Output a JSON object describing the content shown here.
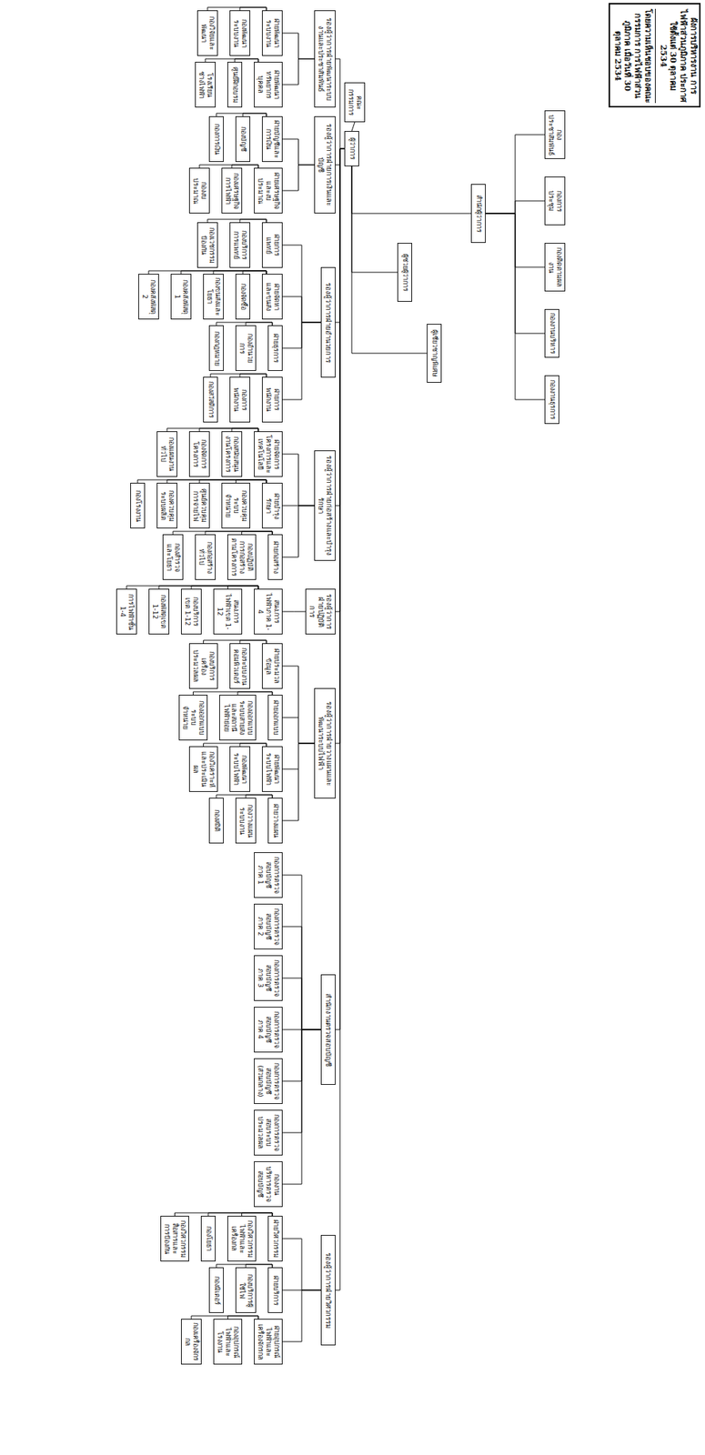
{
  "diagram": {
    "nodes": [
      {
        "text": [
          "ผังการบริหารงาน การไฟฟ้าส่วนภูมิภาค ประกาศใช้ตั้งแต่ 30 ตุลาคม 2534",
          "โดยความเห็นชอบของคณะกรรมการ การไฟฟ้าส่วนภูมิภาค เมื่อวันที่ 30 ตุลาคม 2534"
        ]
      },
      {
        "text": [
          "คณะกรรมการ"
        ]
      },
      {
        "text": [
          "ผู้ว่าการ"
        ]
      },
      {
        "text": [
          "ผู้ช่วยผู้ว่าการ"
        ]
      },
      {
        "text": [
          "ผู้เชี่ยวชาญพิเศษ"
        ]
      },
      {
        "text": [
          "สำนักผู้ว่าการ"
        ]
      },
      {
        "text": [
          "กองประชาสัมพันธ์"
        ]
      },
      {
        "text": [
          "กองการประชุม"
        ]
      },
      {
        "text": [
          "กองติดตามผลงาน"
        ]
      },
      {
        "text": [
          "กองงานบริหาร"
        ]
      },
      {
        "text": [
          "กองงานธุรการ"
        ]
      },
      {
        "text": [
          "รองผู้ว่าการฝ่ายพัฒนาระบบงานและประชาสัมพันธ์"
        ]
      },
      {
        "text": [
          "ฝ่ายพัฒนาระบบงาน"
        ]
      },
      {
        "text": [
          "กองพัฒนาระบบงาน"
        ]
      },
      {
        "text": [
          "กองวิจัยและพัฒนา"
        ]
      },
      {
        "text": [
          "ฝ่ายพัฒนาทรัพยากรบุคคล"
        ]
      },
      {
        "text": [
          "ศูนย์ฝึกอบรม"
        ]
      },
      {
        "text": [
          "โรงเรียนช่างไฟฟ้า"
        ]
      },
      {
        "text": [
          "รองผู้ว่าการฝ่ายการเงินและบัญชี"
        ]
      },
      {
        "text": [
          "ฝ่ายบัญชีและการเงิน"
        ]
      },
      {
        "text": [
          "กองบัญชี"
        ]
      },
      {
        "text": [
          "กองการเงิน"
        ]
      },
      {
        "text": [
          "ฝ่ายเศรษฐกิจและงบประมาณ"
        ]
      },
      {
        "text": [
          "กองเศรษฐกิจการไฟฟ้า"
        ]
      },
      {
        "text": [
          "กองงบประมาณ"
        ]
      },
      {
        "text": [
          "รองผู้ว่าการฝ่ายอำนวยการ"
        ]
      },
      {
        "text": [
          "ฝ่ายการแพทย์"
        ]
      },
      {
        "text": [
          "กองบริการการแพทย์"
        ]
      },
      {
        "text": [
          "กองเวชกรรมป้องกัน"
        ]
      },
      {
        "text": [
          "ฝ่ายจัดหาและขนส่ง"
        ]
      },
      {
        "text": [
          "กองจัดซื้อ"
        ]
      },
      {
        "text": [
          "กองขนส่งและโยธา"
        ]
      },
      {
        "text": [
          "กองคลังพัสดุ 1"
        ]
      },
      {
        "text": [
          "กองคลังพัสดุ 2"
        ]
      },
      {
        "text": [
          "ฝ่ายธุรการ"
        ]
      },
      {
        "text": [
          "กองอำนวยการ"
        ]
      },
      {
        "text": [
          "กองกฎหมาย"
        ]
      },
      {
        "text": [
          "ฝ่ายการพนักงาน"
        ]
      },
      {
        "text": [
          "กองการพนักงาน"
        ]
      },
      {
        "text": [
          "กองสวัสดิการ"
        ]
      },
      {
        "text": [
          "รองผู้ว่าการฝ่ายก่อสร้างและบำรุงรักษา"
        ]
      },
      {
        "text": [
          "ฝ่ายจัดการโครงการและเทคโนโลยี"
        ]
      },
      {
        "text": [
          "กองสนับสนุนงานโครงการ"
        ]
      },
      {
        "text": [
          "กองจัดการโครงการ"
        ]
      },
      {
        "text": [
          "กองแผนงานทั่วไป"
        ]
      },
      {
        "text": [
          "ฝ่ายบำรุงรักษา"
        ]
      },
      {
        "text": [
          "กองควบคุมระบบจำหน่าย"
        ]
      },
      {
        "text": [
          "ศูนย์ควบคุมการจ่ายไฟ"
        ]
      },
      {
        "text": [
          "กองควบคุมระบบผลิต"
        ]
      },
      {
        "text": [
          "กองโรงงาน"
        ]
      },
      {
        "text": [
          "ฝ่ายก่อสร้าง"
        ]
      },
      {
        "text": [
          "กองปฏิบัติการก่อสร้างตามโครงการ"
        ]
      },
      {
        "text": [
          "กองก่อสร้างทั่วไป"
        ]
      },
      {
        "text": [
          "กองสำรวจและโยธา"
        ]
      },
      {
        "text": [
          "รองผู้ว่าการฝ่ายปฏิบัติการ"
        ]
      },
      {
        "text": [
          "สนง.การไฟฟ้าภาค 1-4"
        ]
      },
      {
        "text": [
          "สนง.การไฟฟ้าเขต 1-12"
        ]
      },
      {
        "text": [
          "กองบริการเขต 1-12"
        ]
      },
      {
        "text": [
          "กองพัสดุเขต 1-12"
        ]
      },
      {
        "text": [
          "การไฟฟ้าชั้น 1-4"
        ]
      },
      {
        "text": [
          "รองผู้ว่าการฝ่ายวางแผนและพัฒนาระบบไฟฟ้า"
        ]
      },
      {
        "text": [
          "ฝ่ายประมวลข้อมูล"
        ]
      },
      {
        "text": [
          "กองระบบงานคอมพิวเตอร์"
        ]
      },
      {
        "text": [
          "กองบริการเครื่องประมวลผล"
        ]
      },
      {
        "text": [
          "ฝ่ายออกแบบ"
        ]
      },
      {
        "text": [
          "กองออกแบบระบบสายส่งและสถานีไฟฟ้าย่อย"
        ]
      },
      {
        "text": [
          "กองออกแบบระบบจำหน่าย"
        ]
      },
      {
        "text": [
          "ฝ่ายพัฒนาระบบไฟฟ้า"
        ]
      },
      {
        "text": [
          "กองพัฒนาระบบไฟฟ้า"
        ]
      },
      {
        "text": [
          "กองวิเคราะห์และประเมินผล"
        ]
      },
      {
        "text": [
          "ฝ่ายวางแผน"
        ]
      },
      {
        "text": [
          "กองวางแผนระบบงาน"
        ]
      },
      {
        "text": [
          "กองสถิติ"
        ]
      },
      {
        "text": [
          "สำนักงานตรวจสอบบัญชี"
        ]
      },
      {
        "text": [
          "กองการตรวจสอบบัญชี ภาค 1"
        ]
      },
      {
        "text": [
          "กองการตรวจสอบบัญชี ภาค 2"
        ]
      },
      {
        "text": [
          "กองการตรวจสอบบัญชี ภาค 3"
        ]
      },
      {
        "text": [
          "กองการตรวจสอบบัญชี ภาค 4"
        ]
      },
      {
        "text": [
          "กองการตรวจสอบบัญชี (ส่วนกลาง)"
        ]
      },
      {
        "text": [
          "กองการตรวจสอบระบบประมวลผล"
        ]
      },
      {
        "text": [
          "กองงานบริหารตรวจสอบบัญชี"
        ]
      },
      {
        "text": [
          "รองผู้ว่าการฝ่ายวิศวกรรม"
        ]
      },
      {
        "text": [
          "ฝ่ายวิศวกรรม"
        ]
      },
      {
        "text": [
          "กองวิศวกรรมไฟฟ้าและเครื่องกล"
        ]
      },
      {
        "text": [
          "กองโยธา"
        ]
      },
      {
        "text": [
          "กองวิศวกรรมสื่อสารและการป้องกัน"
        ]
      },
      {
        "text": [
          "ฝ่ายบริการ"
        ]
      },
      {
        "text": [
          "กองบริการผู้ใช้ไฟ"
        ]
      },
      {
        "text": [
          "กองมิเตอร์"
        ]
      },
      {
        "text": [
          "ฝ่ายอุปกรณ์ไฟฟ้าและเครื่องจักรกล"
        ]
      },
      {
        "text": [
          "กองอุปกรณ์ไฟฟ้าและโรงงาน"
        ]
      },
      {
        "text": [
          "กองเครื่องจักรกล"
        ]
      }
    ],
    "edges": [
      {
        "from": 1,
        "to": 2,
        "arrow": "none"
      },
      {
        "from": 2,
        "to": 3,
        "arrow": "none"
      },
      {
        "from": 2,
        "to": 4,
        "arrow": "none"
      },
      {
        "from": 2,
        "to": 5,
        "arrow": "none"
      },
      {
        "from": 5,
        "to": 6,
        "arrow": "none"
      },
      {
        "from": 5,
        "to": 7,
        "arrow": "none"
      },
      {
        "from": 5,
        "to": 8,
        "arrow": "none"
      },
      {
        "from": 5,
        "to": 9,
        "arrow": "none"
      },
      {
        "from": 5,
        "to": 10,
        "arrow": "none"
      },
      {
        "from": 2,
        "to": 11,
        "arrow": "none"
      },
      {
        "from": 11,
        "to": 12,
        "arrow": "none"
      },
      {
        "from": 12,
        "to": 13,
        "arrow": "none"
      },
      {
        "from": 12,
        "to": 14,
        "arrow": "none"
      },
      {
        "from": 11,
        "to": 15,
        "arrow": "none"
      },
      {
        "from": 15,
        "to": 16,
        "arrow": "none"
      },
      {
        "from": 15,
        "to": 17,
        "arrow": "none"
      },
      {
        "from": 2,
        "to": 18,
        "arrow": "none"
      },
      {
        "from": 18,
        "to": 19,
        "arrow": "none"
      },
      {
        "from": 19,
        "to": 20,
        "arrow": "none"
      },
      {
        "from": 19,
        "to": 21,
        "arrow": "none"
      },
      {
        "from": 18,
        "to": 22,
        "arrow": "none"
      },
      {
        "from": 22,
        "to": 23,
        "arrow": "none"
      },
      {
        "from": 22,
        "to": 24,
        "arrow": "none"
      },
      {
        "from": 2,
        "to": 25,
        "arrow": "none"
      },
      {
        "from": 25,
        "to": 26,
        "arrow": "none"
      },
      {
        "from": 26,
        "to": 27,
        "arrow": "none"
      },
      {
        "from": 26,
        "to": 28,
        "arrow": "none"
      },
      {
        "from": 25,
        "to": 29,
        "arrow": "none"
      },
      {
        "from": 29,
        "to": 30,
        "arrow": "none"
      },
      {
        "from": 29,
        "to": 31,
        "arrow": "none"
      },
      {
        "from": 29,
        "to": 32,
        "arrow": "none"
      },
      {
        "from": 29,
        "to": 33,
        "arrow": "none"
      },
      {
        "from": 25,
        "to": 34,
        "arrow": "none"
      },
      {
        "from": 34,
        "to": 35,
        "arrow": "none"
      },
      {
        "from": 34,
        "to": 36,
        "arrow": "none"
      },
      {
        "from": 25,
        "to": 37,
        "arrow": "none"
      },
      {
        "from": 37,
        "to": 38,
        "arrow": "none"
      },
      {
        "from": 37,
        "to": 39,
        "arrow": "none"
      },
      {
        "from": 2,
        "to": 40,
        "arrow": "none"
      },
      {
        "from": 40,
        "to": 41,
        "arrow": "none"
      },
      {
        "from": 41,
        "to": 42,
        "arrow": "none"
      },
      {
        "from": 41,
        "to": 43,
        "arrow": "none"
      },
      {
        "from": 41,
        "to": 44,
        "arrow": "none"
      },
      {
        "from": 40,
        "to": 45,
        "arrow": "none"
      },
      {
        "from": 45,
        "to": 46,
        "arrow": "none"
      },
      {
        "from": 45,
        "to": 47,
        "arrow": "none"
      },
      {
        "from": 45,
        "to": 48,
        "arrow": "none"
      },
      {
        "from": 45,
        "to": 49,
        "arrow": "none"
      },
      {
        "from": 40,
        "to": 50,
        "arrow": "none"
      },
      {
        "from": 50,
        "to": 51,
        "arrow": "none"
      },
      {
        "from": 50,
        "to": 52,
        "arrow": "none"
      },
      {
        "from": 50,
        "to": 53,
        "arrow": "none"
      },
      {
        "from": 2,
        "to": 54,
        "arrow": "none"
      },
      {
        "from": 54,
        "to": 55,
        "arrow": "none"
      },
      {
        "from": 55,
        "to": 56,
        "arrow": "none"
      },
      {
        "from": 55,
        "to": 57,
        "arrow": "none"
      },
      {
        "from": 55,
        "to": 58,
        "arrow": "none"
      },
      {
        "from": 55,
        "to": 59,
        "arrow": "none"
      },
      {
        "from": 2,
        "to": 60,
        "arrow": "none"
      },
      {
        "from": 60,
        "to": 61,
        "arrow": "none"
      },
      {
        "from": 61,
        "to": 62,
        "arrow": "none"
      },
      {
        "from": 61,
        "to": 63,
        "arrow": "none"
      },
      {
        "from": 60,
        "to": 64,
        "arrow": "none"
      },
      {
        "from": 64,
        "to": 65,
        "arrow": "none"
      },
      {
        "from": 64,
        "to": 66,
        "arrow": "none"
      },
      {
        "from": 60,
        "to": 67,
        "arrow": "none"
      },
      {
        "from": 67,
        "to": 68,
        "arrow": "none"
      },
      {
        "from": 67,
        "to": 69,
        "arrow": "none"
      },
      {
        "from": 60,
        "to": 70,
        "arrow": "none"
      },
      {
        "from": 70,
        "to": 71,
        "arrow": "none"
      },
      {
        "from": 70,
        "to": 72,
        "arrow": "none"
      },
      {
        "from": 2,
        "to": 73,
        "arrow": "none"
      },
      {
        "from": 73,
        "to": 74,
        "arrow": "none"
      },
      {
        "from": 73,
        "to": 75,
        "arrow": "none"
      },
      {
        "from": 73,
        "to": 76,
        "arrow": "none"
      },
      {
        "from": 73,
        "to": 77,
        "arrow": "none"
      },
      {
        "from": 73,
        "to": 78,
        "arrow": "none"
      },
      {
        "from": 73,
        "to": 79,
        "arrow": "none"
      },
      {
        "from": 73,
        "to": 80,
        "arrow": "none"
      },
      {
        "from": 2,
        "to": 81,
        "arrow": "none"
      },
      {
        "from": 81,
        "to": 82,
        "arrow": "none"
      },
      {
        "from": 82,
        "to": 83,
        "arrow": "none"
      },
      {
        "from": 82,
        "to": 84,
        "arrow": "none"
      },
      {
        "from": 82,
        "to": 85,
        "arrow": "none"
      },
      {
        "from": 81,
        "to": 86,
        "arrow": "none"
      },
      {
        "from": 86,
        "to": 87,
        "arrow": "none"
      },
      {
        "from": 86,
        "to": 88,
        "arrow": "none"
      },
      {
        "from": 81,
        "to": 89,
        "arrow": "none"
      },
      {
        "from": 89,
        "to": 90,
        "arrow": "none"
      },
      {
        "from": 89,
        "to": 91,
        "arrow": "none"
      }
    ]
  }
}
